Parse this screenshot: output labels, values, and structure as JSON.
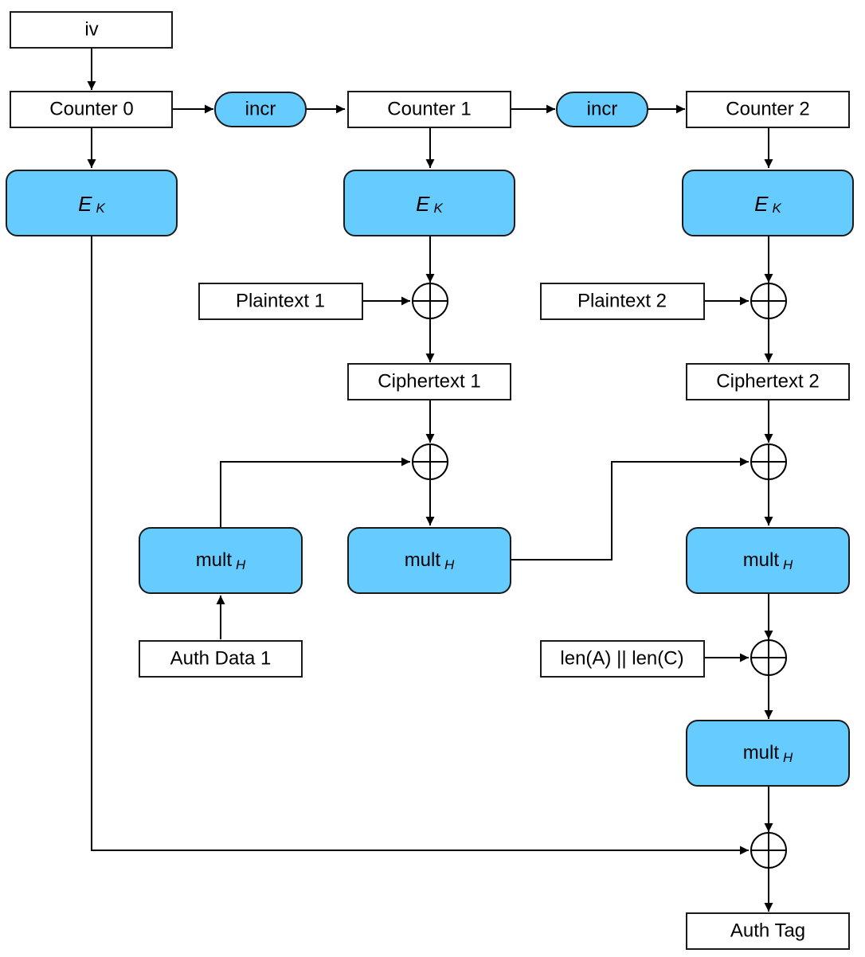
{
  "labels": {
    "iv": "iv",
    "counter0": "Counter 0",
    "counter1": "Counter 1",
    "counter2": "Counter 2",
    "incr": "incr",
    "encrypt": "E",
    "encrypt_sub": "K",
    "plaintext1": "Plaintext 1",
    "plaintext2": "Plaintext 2",
    "ciphertext1": "Ciphertext 1",
    "ciphertext2": "Ciphertext 2",
    "mult": "mult",
    "mult_sub": "H",
    "auth_data1": "Auth Data 1",
    "len": "len(A) || len(C)",
    "auth_tag": "Auth Tag"
  },
  "colors": {
    "block_fill": "#66ccff",
    "line": "#000000"
  }
}
